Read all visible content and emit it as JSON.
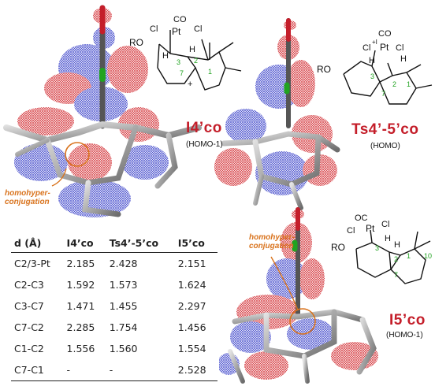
{
  "labels": {
    "i4co": "I4’co",
    "ts45co": "Ts4’-5’co",
    "i5co": "I5’co",
    "homo1_top": "(HOMO-1)",
    "homo": "(HOMO)",
    "homo1_bottom": "(HOMO-1)",
    "homohyper_left": "homohyper-\nconjugation",
    "homohyper_right": "homohyper-\nconjugation"
  },
  "structure_text": {
    "ro": "RO",
    "co": "CO",
    "oc": "OC",
    "cl": "Cl",
    "pt": "Pt",
    "h": "H",
    "n1": "1",
    "n2": "2",
    "n3": "3",
    "n7": "7",
    "n10": "10",
    "plus": "+",
    "plus_minus": "+I"
  },
  "table": {
    "headers": [
      "d (Å)",
      "I4’co",
      "Ts4’-5’co",
      "I5’co"
    ],
    "rows": [
      [
        "C2/3-Pt",
        "2.185",
        "2.428",
        "2.151"
      ],
      [
        "C2-C3",
        "1.592",
        "1.573",
        "1.624"
      ],
      [
        "C3-C7",
        "1.471",
        "1.455",
        "2.297"
      ],
      [
        "C7-C2",
        "2.285",
        "1.754",
        "1.456"
      ],
      [
        "C1-C2",
        "1.556",
        "1.560",
        "1.554"
      ],
      [
        "C7-C1",
        "-",
        "-",
        "2.528"
      ]
    ]
  }
}
